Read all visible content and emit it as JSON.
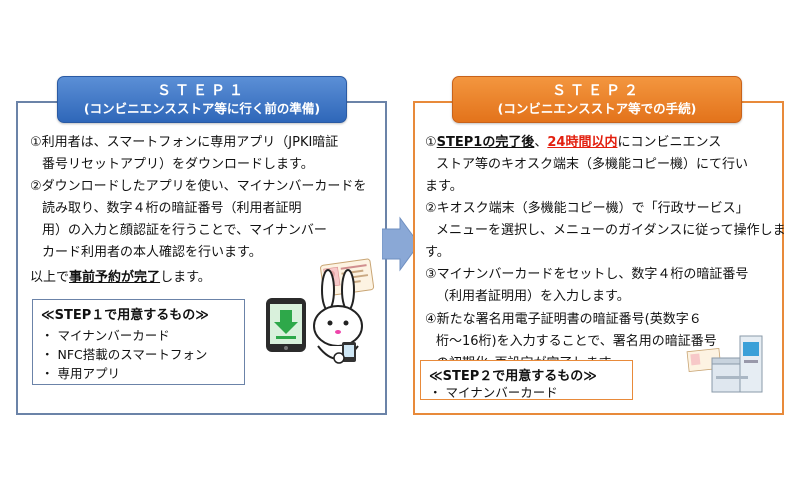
{
  "step1": {
    "header_step": "ＳＴＥＰ１",
    "header_sub": "(コンビニエンスストア等に行く前の準備)",
    "lines": [
      "①利用者は、スマートフォンに専用アプリ（JPKI暗証",
      "番号リセットアプリ）をダウンロードします。",
      "②ダウンロードしたアプリを使い、マイナンバーカードを",
      "読み取り、数字４桁の暗証番号（利用者証明",
      "用）の入力と顔認証を行うことで、マイナンバー",
      "カード利用者の本人確認を行います。"
    ],
    "summary_pre": "以上で",
    "summary_emph1": "事前予約",
    "summary_mid": "が",
    "summary_emph2": "完了",
    "summary_post": "します。",
    "box_title": "≪STEP１で用意するもの≫",
    "box_items": [
      "・ マイナンバーカード",
      "・ NFC搭載のスマートフォン",
      "・ 専用アプリ"
    ]
  },
  "step2": {
    "header_step": "ＳＴＥＰ２",
    "header_sub": "(コンビニエンスストア等での手続)",
    "line1_emph": "STEP1の完了後",
    "line1_comma": "、",
    "line1_red": "24時間以内",
    "line1_post": "にコンビニエンス",
    "lines": [
      "ストア等のキオスク端末（多機能コピー機）にて行い",
      "ます。",
      "②キオスク端末（多機能コピー機）で「行政サービス」",
      "メニューを選択し、メニューのガイダンスに従って操作しま",
      "す。",
      "③マイナンバーカードをセットし、数字４桁の暗証番号",
      "（利用者証明用）を入力します。",
      "④新たな署名用電子証明書の暗証番号(英数字６",
      "桁～16桁)を入力することで、署名用の暗証番号",
      "の初期化･再設定が完了します。"
    ],
    "line1_prefix": "①",
    "box_title": "≪STEP２で用意するもの≫",
    "box_items": [
      "・ マイナンバーカード"
    ]
  },
  "colors": {
    "step1_accent": "#2f67b9",
    "step2_accent": "#e3731b",
    "emphasis_red": "#e3200f",
    "arrow": "#8aa8d6"
  },
  "icons": [
    "arrow-right-icon",
    "smartphone-download-icon",
    "mascot-character-icon",
    "mynumber-card-icon",
    "kiosk-terminal-icon"
  ]
}
